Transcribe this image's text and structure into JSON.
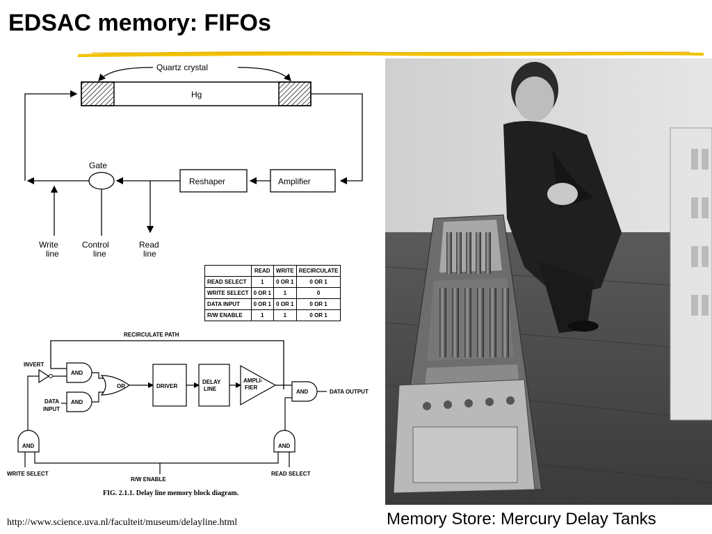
{
  "slide": {
    "title": "EDSAC memory: FIFOs",
    "source_url": "http://www.science.uva.nl/faculteit/museum/delayline.html",
    "photo_caption": "Memory Store: Mercury Delay Tanks",
    "accent_color": "#f2c200"
  },
  "top_diagram": {
    "crystal_label": "Quartz crystal",
    "tube_label": "Hg",
    "gate_label": "Gate",
    "reshaper_label": "Reshaper",
    "amplifier_label": "Amplifier",
    "write_line": [
      "Write",
      "line"
    ],
    "control_line": [
      "Control",
      "line"
    ],
    "read_line": [
      "Read",
      "line"
    ]
  },
  "truth_table": {
    "headers": [
      "",
      "READ",
      "WRITE",
      "RECIRCULATE"
    ],
    "rows": [
      [
        "READ SELECT",
        "1",
        "0 OR 1",
        "0 OR 1"
      ],
      [
        "WRITE SELECT",
        "0 OR 1",
        "1",
        "0"
      ],
      [
        "DATA INPUT",
        "0 OR 1",
        "0 OR 1",
        "0 OR 1"
      ],
      [
        "R/W ENABLE",
        "1",
        "1",
        "0 OR 1"
      ]
    ]
  },
  "block_diagram": {
    "recirculate_path": "RECIRCULATE PATH",
    "invert": "INVERT",
    "and1": "AND",
    "and2": "AND",
    "or": "OR",
    "data_input": [
      "DATA",
      "INPUT"
    ],
    "driver": "DRIVER",
    "delay_line": [
      "DELAY",
      "LINE"
    ],
    "amplifier": [
      "AMPLI-",
      "FIER"
    ],
    "and_out": "AND",
    "data_output": "DATA OUTPUT",
    "and_write": "AND",
    "and_read": "AND",
    "write_select": "WRITE SELECT",
    "read_select": "READ SELECT",
    "rw_enable": "R/W ENABLE",
    "figure_caption": "FIG. 2.1.1. Delay line memory block diagram."
  }
}
